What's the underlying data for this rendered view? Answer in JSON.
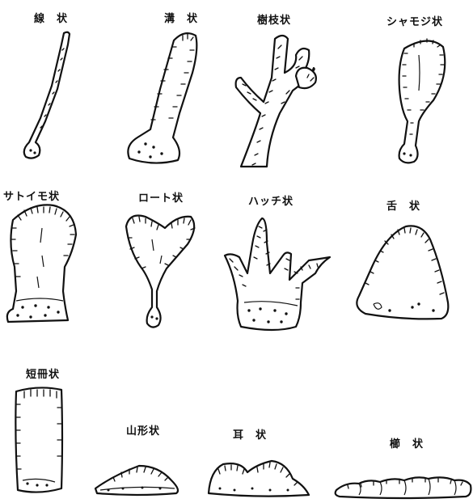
{
  "shapes": [
    {
      "label": "線　状"
    },
    {
      "label": "溝　状"
    },
    {
      "label": "樹枝状"
    },
    {
      "label": "シャモジ状"
    },
    {
      "label": "サトイモ状"
    },
    {
      "label": "ロート状"
    },
    {
      "label": "ハッチ状"
    },
    {
      "label": "舌　状"
    },
    {
      "label": "短冊状"
    },
    {
      "label": "山形状"
    },
    {
      "label": "耳　状"
    },
    {
      "label": "櫛　状"
    }
  ],
  "colors": {
    "ink": "#111111",
    "paper": "#ffffff"
  }
}
